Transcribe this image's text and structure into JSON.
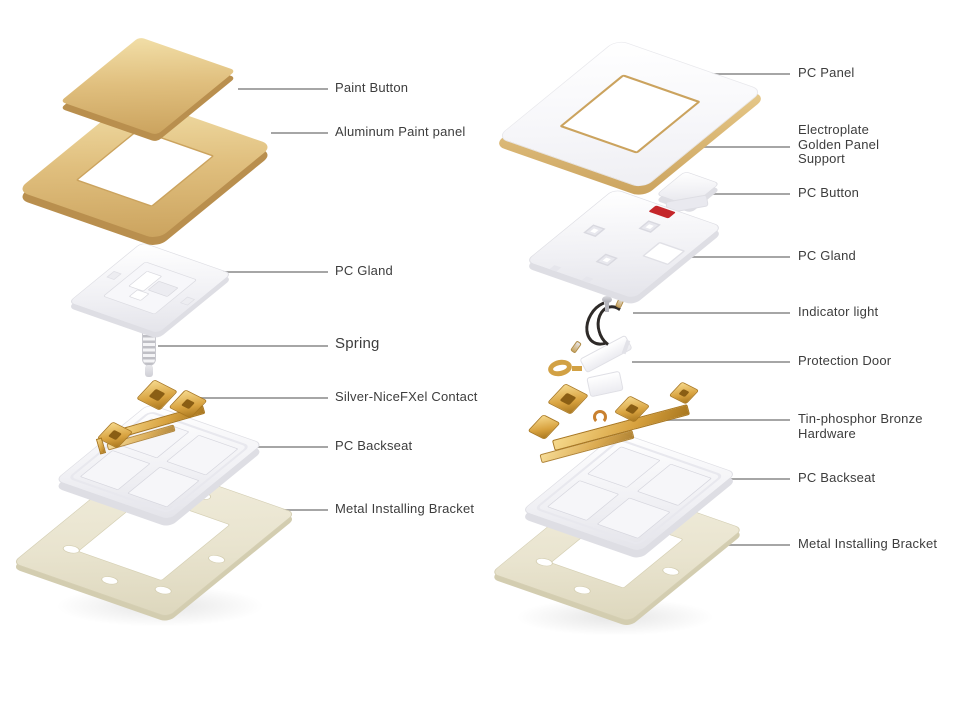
{
  "colors": {
    "bg": "#ffffff",
    "gold_light": "#f2dfa8",
    "gold": "#e0bf7e",
    "gold_dark": "#cba35e",
    "gold_deep": "#b98f4e",
    "white_shade": "#f0f0f4",
    "white_edge": "#dedee4",
    "beige": "#e9e4cf",
    "beige_edge": "#d5cfb3",
    "brass_light": "#f6d98c",
    "brass": "#d8a23f",
    "brass_dark": "#a9771f",
    "red": "#c4262a",
    "wire": "#2e2a28",
    "leader": "#a6a6a6",
    "label": "#3d3d3d"
  },
  "left_assembly": {
    "labels": [
      {
        "text": "Paint Button"
      },
      {
        "text": "Aluminum Paint panel"
      },
      {
        "text": "PC Gland"
      },
      {
        "text": "Spring"
      },
      {
        "text": "Silver-NiceFXel Contact"
      },
      {
        "text": "PC Backseat"
      },
      {
        "text": "Metal Installing Bracket"
      }
    ]
  },
  "right_assembly": {
    "labels": [
      {
        "text": "PC Panel"
      },
      {
        "text": "Electroplate\nGolden Panel\nSupport"
      },
      {
        "text": "PC Button"
      },
      {
        "text": "PC Gland"
      },
      {
        "text": "Indicator light"
      },
      {
        "text": "Protection Door"
      },
      {
        "text": "Tin-phosphor Bronze Hardware"
      },
      {
        "text": "PC Backseat"
      },
      {
        "text": "Metal Installing Bracket"
      }
    ]
  }
}
